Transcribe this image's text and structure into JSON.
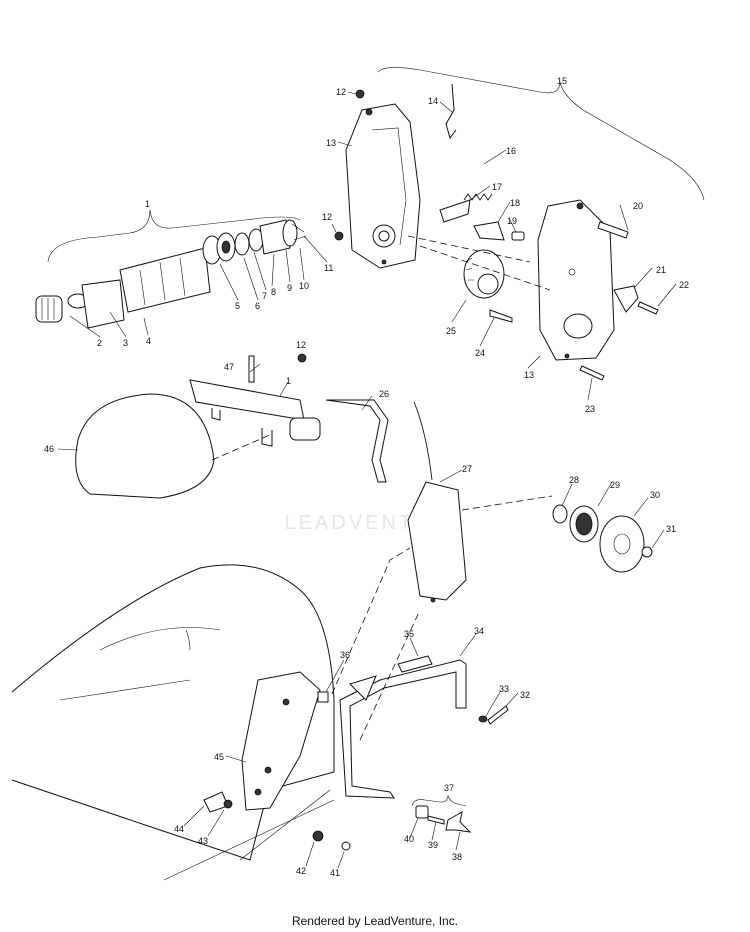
{
  "watermark": "LEADVENTURE",
  "footer": "Rendered by LeadVenture, Inc.",
  "callouts": [
    "1",
    "2",
    "3",
    "4",
    "5",
    "6",
    "7",
    "8",
    "9",
    "10",
    "11",
    "12",
    "12",
    "12",
    "13",
    "13",
    "14",
    "15",
    "16",
    "17",
    "18",
    "19",
    "20",
    "21",
    "22",
    "23",
    "24",
    "25",
    "26",
    "27",
    "28",
    "29",
    "30",
    "31",
    "32",
    "33",
    "34",
    "35",
    "36",
    "37",
    "38",
    "39",
    "40",
    "41",
    "42",
    "43",
    "44",
    "45",
    "46",
    "47",
    "1"
  ]
}
